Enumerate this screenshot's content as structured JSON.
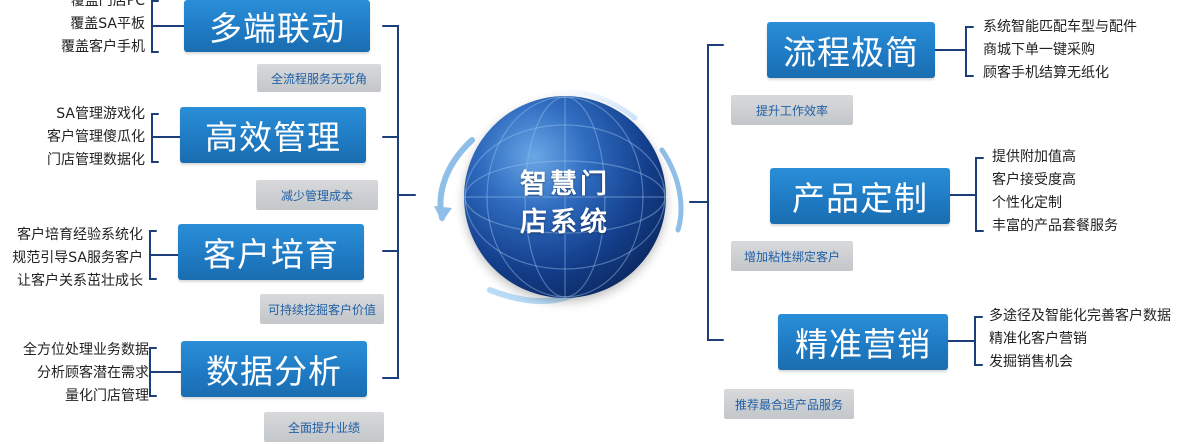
{
  "center": {
    "title_lines": [
      "智慧门",
      "店系统"
    ],
    "colors": {
      "globe_dark": "#0a2458",
      "globe_light": "#6aa7e6"
    }
  },
  "left_branches": [
    {
      "label": "多端联动",
      "tag": "全流程服务无死角",
      "bullets": [
        "覆盖门店PC",
        "覆盖SA平板",
        "覆盖客户手机"
      ]
    },
    {
      "label": "高效管理",
      "tag": "减少管理成本",
      "bullets": [
        "SA管理游戏化",
        "客户管理傻瓜化",
        "门店管理数据化"
      ]
    },
    {
      "label": "客户培育",
      "tag": "可持续挖掘客户价值",
      "bullets": [
        "客户培育经验系统化",
        "规范引导SA服务客户",
        "让客户关系茁壮成长"
      ]
    },
    {
      "label": "数据分析",
      "tag": "全面提升业绩",
      "bullets": [
        "全方位处理业务数据",
        "分析顾客潜在需求",
        "量化门店管理"
      ]
    }
  ],
  "right_branches": [
    {
      "label": "流程极简",
      "tag": "提升工作效率",
      "bullets": [
        "系统智能匹配车型与配件",
        "商城下单一键采购",
        "顾客手机结算无纸化"
      ]
    },
    {
      "label": "产品定制",
      "tag": "增加粘性绑定客户",
      "bullets": [
        "提供附加值高",
        "客户接受度高",
        "个性化定制",
        "丰富的产品套餐服务"
      ]
    },
    {
      "label": "精准营销",
      "tag": "推荐最合适产品服务",
      "bullets": [
        "多途径及智能化完善客户数据",
        "精准化客户营销",
        "发掘销售机会"
      ]
    }
  ],
  "colors": {
    "box_blue": "#1f7bc4",
    "tag_gray": "#c8cacd",
    "tag_text": "#1f5fa5",
    "line_navy": "#1c3f7a"
  }
}
